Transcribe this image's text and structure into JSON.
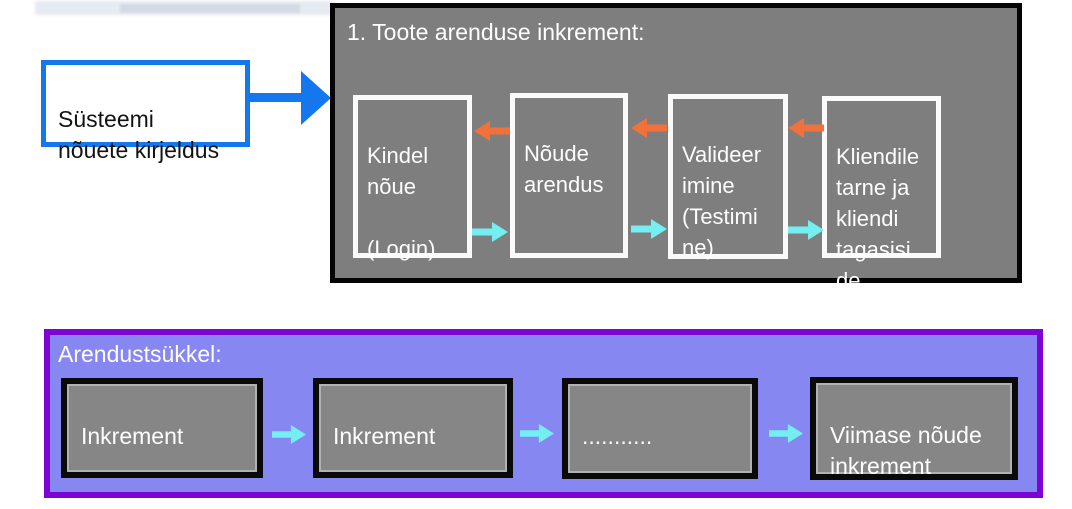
{
  "colors": {
    "blue_accent": "#1577ee",
    "orange_arrow": "#f2713a",
    "cyan_arrow": "#74eef0",
    "purple_border": "#7e04d6",
    "lavender_fill": "#8787f2",
    "panel_gray": "#7e7e7e",
    "box_gray": "#868686"
  },
  "requirements_box": {
    "text": "Süsteemi\nnõuete kirjeldus"
  },
  "increment_panel": {
    "title": "1. Toote arenduse inkrement:",
    "stages": [
      {
        "text": "Kindel\nnõue\n\n(Login)"
      },
      {
        "text": "Nõude\narendus"
      },
      {
        "text": "Valideer\nimine\n(Testimi\nne)"
      },
      {
        "text": "Kliendile\ntarne ja\nkliendi\ntagasisi\nde"
      }
    ]
  },
  "cycle_panel": {
    "title": "Arendustsükkel:",
    "increments": [
      {
        "text": "Inkrement"
      },
      {
        "text": "Inkrement"
      },
      {
        "text": "..........."
      },
      {
        "text": "Viimase nõude\ninkrement"
      }
    ]
  }
}
